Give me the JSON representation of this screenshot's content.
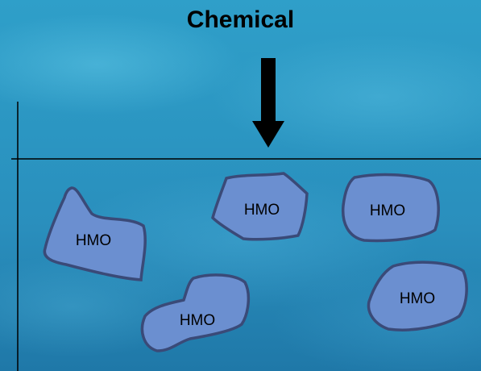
{
  "diagram": {
    "top_label": "Chemical",
    "particles": [
      {
        "label": "HMO"
      },
      {
        "label": "HMO"
      },
      {
        "label": "HMO"
      },
      {
        "label": "HMO"
      },
      {
        "label": "HMO"
      }
    ]
  },
  "colors": {
    "water": "#2b96c2",
    "particle_fill": "#6b8fd0",
    "particle_stroke": "#3a4a78",
    "line": "#000000",
    "arrow": "#000000"
  }
}
